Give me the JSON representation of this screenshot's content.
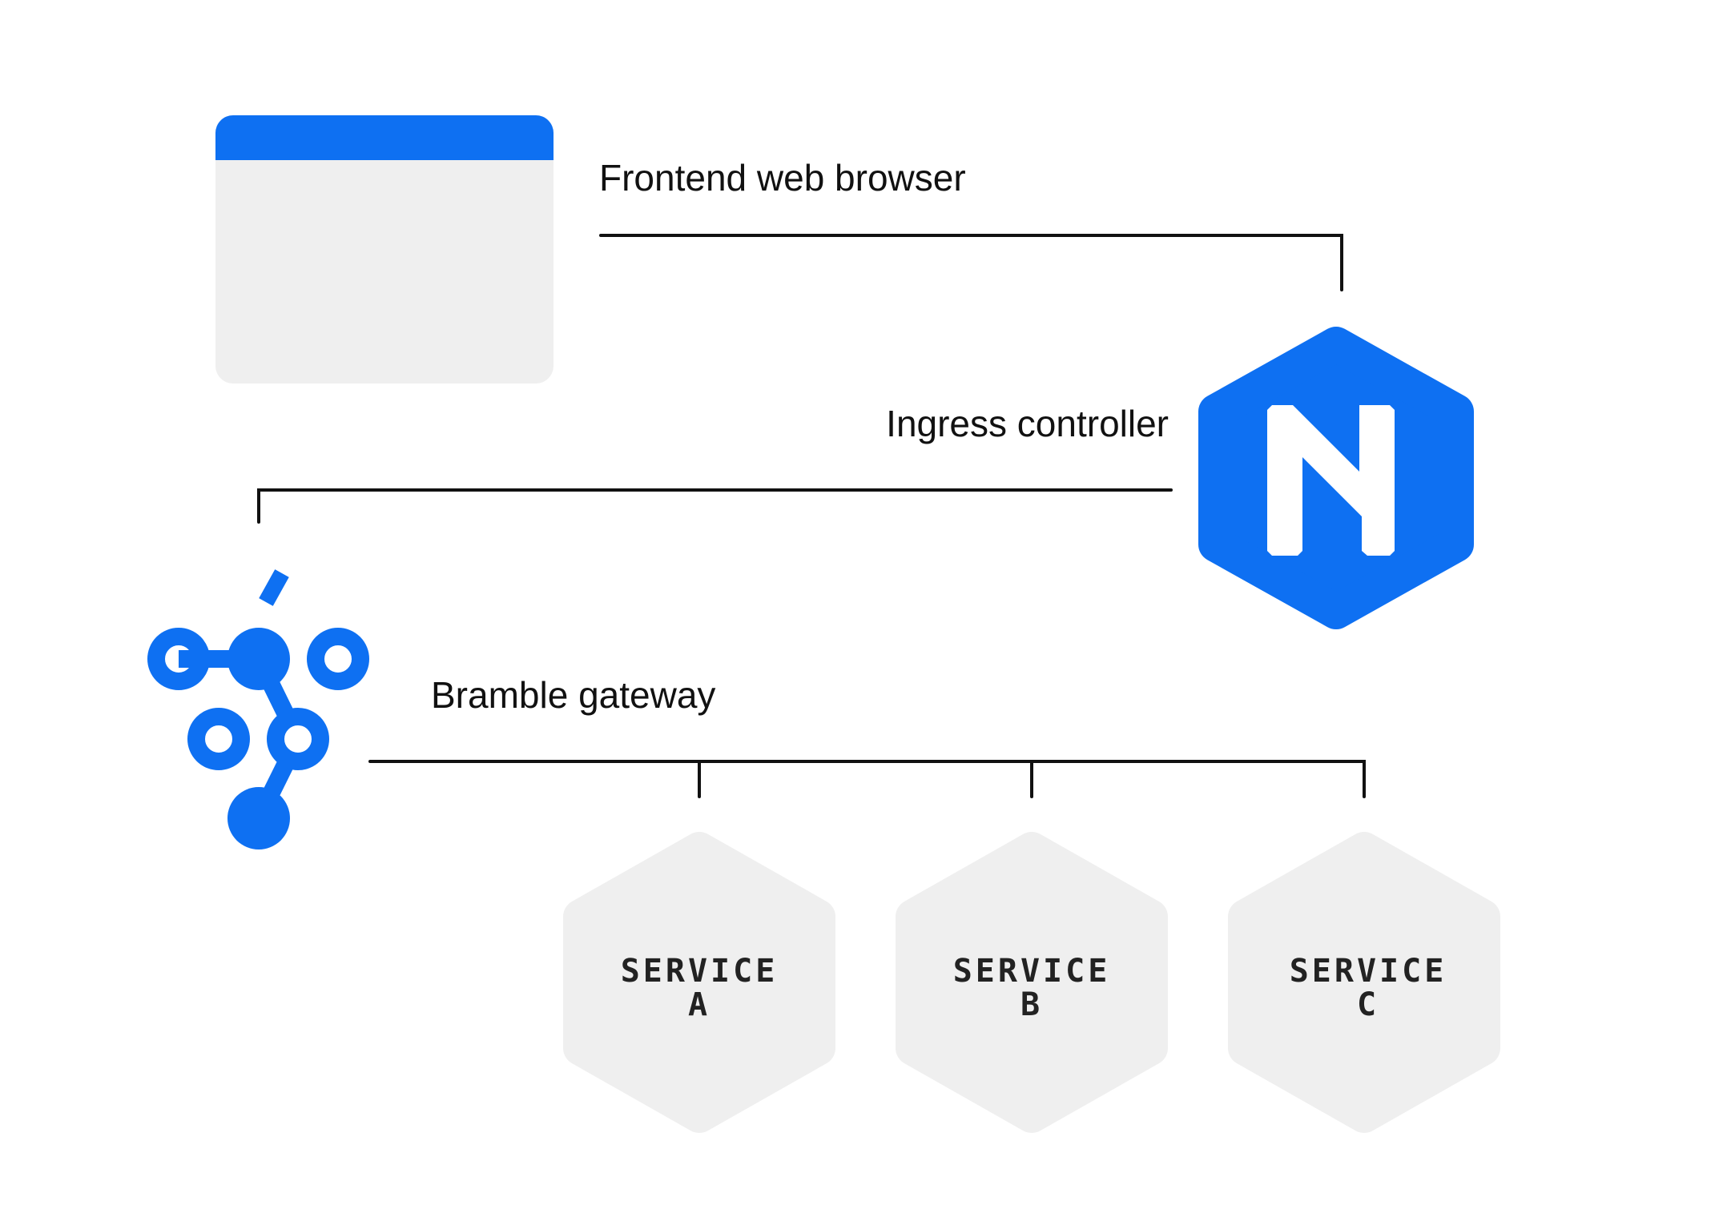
{
  "labels": {
    "browser": "Frontend web browser",
    "ingress": "Ingress controller",
    "gateway": "Bramble gateway"
  },
  "services": [
    {
      "line1": "SERVICE",
      "line2": "A"
    },
    {
      "line1": "SERVICE",
      "line2": "B"
    },
    {
      "line1": "SERVICE",
      "line2": "C"
    }
  ],
  "colors": {
    "accent": "#0e70f2",
    "panel": "#efefef",
    "line": "#111111"
  },
  "icons": {
    "ingress": "nginx-n-icon",
    "gateway": "bramble-graph-icon",
    "browser": "browser-window-icon"
  }
}
